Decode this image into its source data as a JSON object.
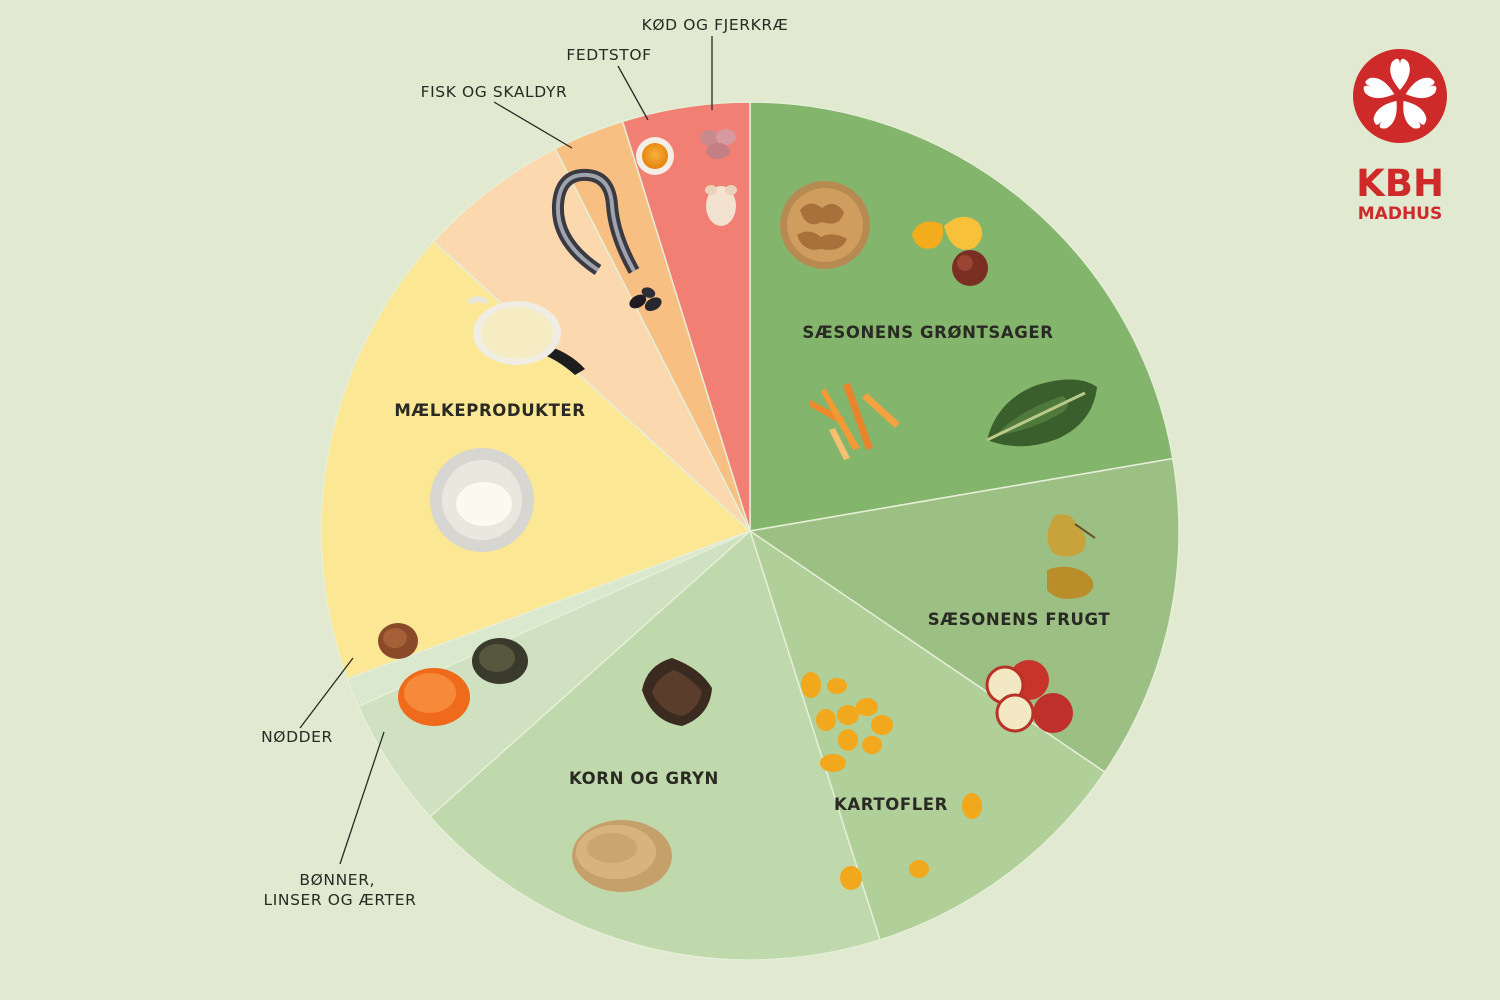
{
  "brand": {
    "line1": "KBH",
    "line2": "MADHUS",
    "color": "#cf2a2a"
  },
  "chart_data": {
    "type": "pie",
    "start_angle_deg": 0,
    "direction": "clockwise",
    "title": "",
    "slices": [
      {
        "name": "SÆSONENS GRØNTSAGER",
        "value": 22.3,
        "color": "#84b56c",
        "icons": [
          "bread-icon",
          "squash-icon",
          "beet-icon",
          "carrots-icon",
          "kale-icon"
        ]
      },
      {
        "name": "SÆSONENS FRUGT",
        "value": 12.2,
        "color": "#9cc083",
        "icons": [
          "pear-icon",
          "apple-icon"
        ]
      },
      {
        "name": "KARTOFLER",
        "value": 10.6,
        "color": "#b1cf99",
        "icons": [
          "potato-icon"
        ]
      },
      {
        "name": "KORN OG GRYN",
        "value": 18.3,
        "color": "#c0d9ac",
        "icons": [
          "rye-bread-icon",
          "grain-icon"
        ]
      },
      {
        "name": "BØNNER, LINSER OG ÆRTER",
        "value": 4.9,
        "color": "#cfe1c0",
        "icons": [
          "lentils-icon",
          "peppercorn-icon"
        ]
      },
      {
        "name": "NØDDER",
        "value": 1.1,
        "color": "#dae8cd",
        "icons": [
          "nuts-icon"
        ]
      },
      {
        "name": "MÆLKEPRODUKTER",
        "value": 17.4,
        "color": "#fbe794",
        "icons": [
          "milk-jug-icon",
          "yogurt-bowl-icon"
        ]
      },
      {
        "name": "FISK OG SKALDYR",
        "value": 5.7,
        "color": "#fcd8ae",
        "icons": [
          "fish-icon",
          "mussel-icon"
        ]
      },
      {
        "name": "FEDTSTOF",
        "value": 2.7,
        "color": "#f8bf82",
        "icons": [
          "oil-icon"
        ]
      },
      {
        "name": "KØD OG FJERKRÆ",
        "value": 4.8,
        "color": "#f17f73",
        "icons": [
          "meat-icon",
          "chicken-icon"
        ]
      }
    ]
  }
}
